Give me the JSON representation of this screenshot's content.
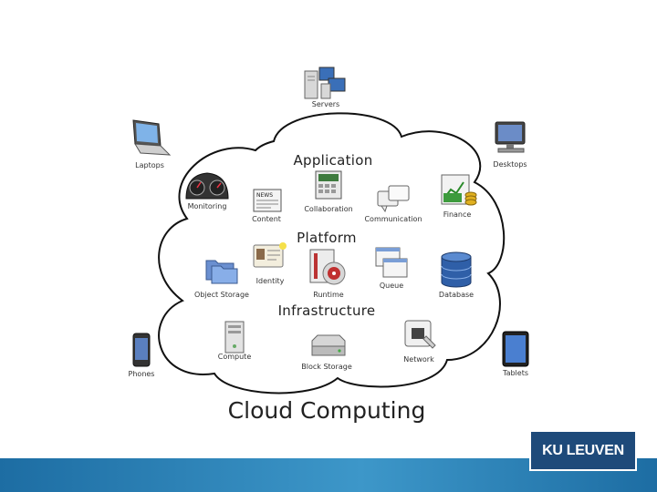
{
  "diagram": {
    "title": "Cloud Computing",
    "sections": {
      "application": "Application",
      "platform": "Platform",
      "infrastructure": "Infrastructure"
    },
    "outside": {
      "servers": "Servers",
      "laptops": "Laptops",
      "desktops": "Desktops",
      "phones": "Phones",
      "tablets": "Tablets"
    },
    "application_items": {
      "monitoring": "Monitoring",
      "content": "Content",
      "collaboration": "Collaboration",
      "communication": "Communication",
      "finance": "Finance"
    },
    "platform_items": {
      "object_storage": "Object Storage",
      "identity": "Identity",
      "runtime": "Runtime",
      "queue": "Queue",
      "database": "Database"
    },
    "infrastructure_items": {
      "compute": "Compute",
      "block_storage": "Block Storage",
      "network": "Network"
    },
    "icon_texts": {
      "news": "NEWS"
    }
  },
  "branding": {
    "logo_text": "KU LEUVEN",
    "bar_color": "#2a7fb5",
    "logo_color": "#1e4a7a"
  }
}
